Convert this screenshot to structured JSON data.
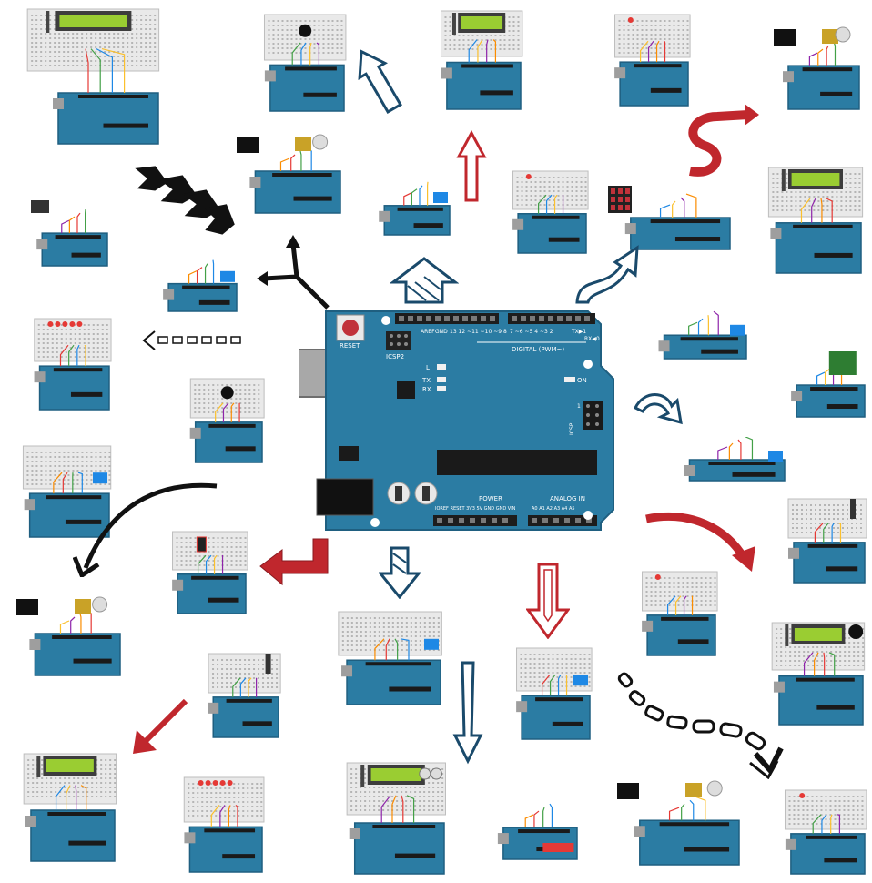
{
  "board": {
    "reset_label": "RESET",
    "icsp2_label": "ICSP2",
    "icsp_label": "ICSP",
    "led_l": "L",
    "led_tx": "TX",
    "led_rx": "RX",
    "led_on": "ON",
    "digital_label": "DIGITAL (PWM~)",
    "power_label": "POWER",
    "analog_label": "ANALOG IN",
    "pin_1": "1",
    "aref": "AREF",
    "gnd": "GND",
    "tx1": "TX▶1",
    "rx0": "RX◀0",
    "power_pins": "IOREF RESET 3V3 5V GND GND VIN",
    "analog_pins": "A0 A1 A2 A3 A4 A5",
    "digital_numbers_left": "13 12 ~11 ~10 ~9 8",
    "digital_numbers_right": "7 ~6 ~5 4 ~3 2"
  },
  "colors": {
    "board_blue": "#2b7ca3",
    "board_dark": "#1f5f80",
    "arrow_red": "#c0272d",
    "arrow_navy": "#1a4a6b",
    "arrow_black": "#111111",
    "lcd_green": "#9acd32"
  }
}
